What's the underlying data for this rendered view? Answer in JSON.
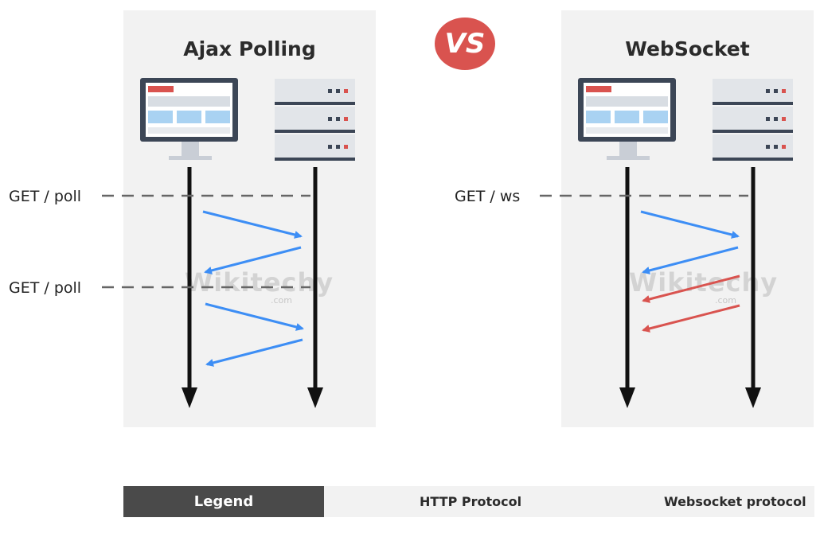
{
  "diagram": {
    "center_badge": "VS",
    "panels": [
      {
        "title": "Ajax Polling",
        "request_labels": [
          "GET / poll",
          "GET / poll"
        ]
      },
      {
        "title": "WebSocket",
        "request_labels": [
          "GET / ws"
        ]
      }
    ]
  },
  "legend": {
    "title": "Legend",
    "items": [
      {
        "label": "HTTP Protocol",
        "color": "#3d8ef5"
      },
      {
        "label": "Websocket protocol",
        "color": "#d9534f"
      }
    ]
  },
  "watermark": {
    "text": "Wikitechy",
    "sub": ".com"
  },
  "colors": {
    "http": "#3d8ef5",
    "websocket": "#d9534f",
    "timeline": "#111111",
    "dashed": "#666666",
    "panel_bg": "#f2f2f2"
  }
}
